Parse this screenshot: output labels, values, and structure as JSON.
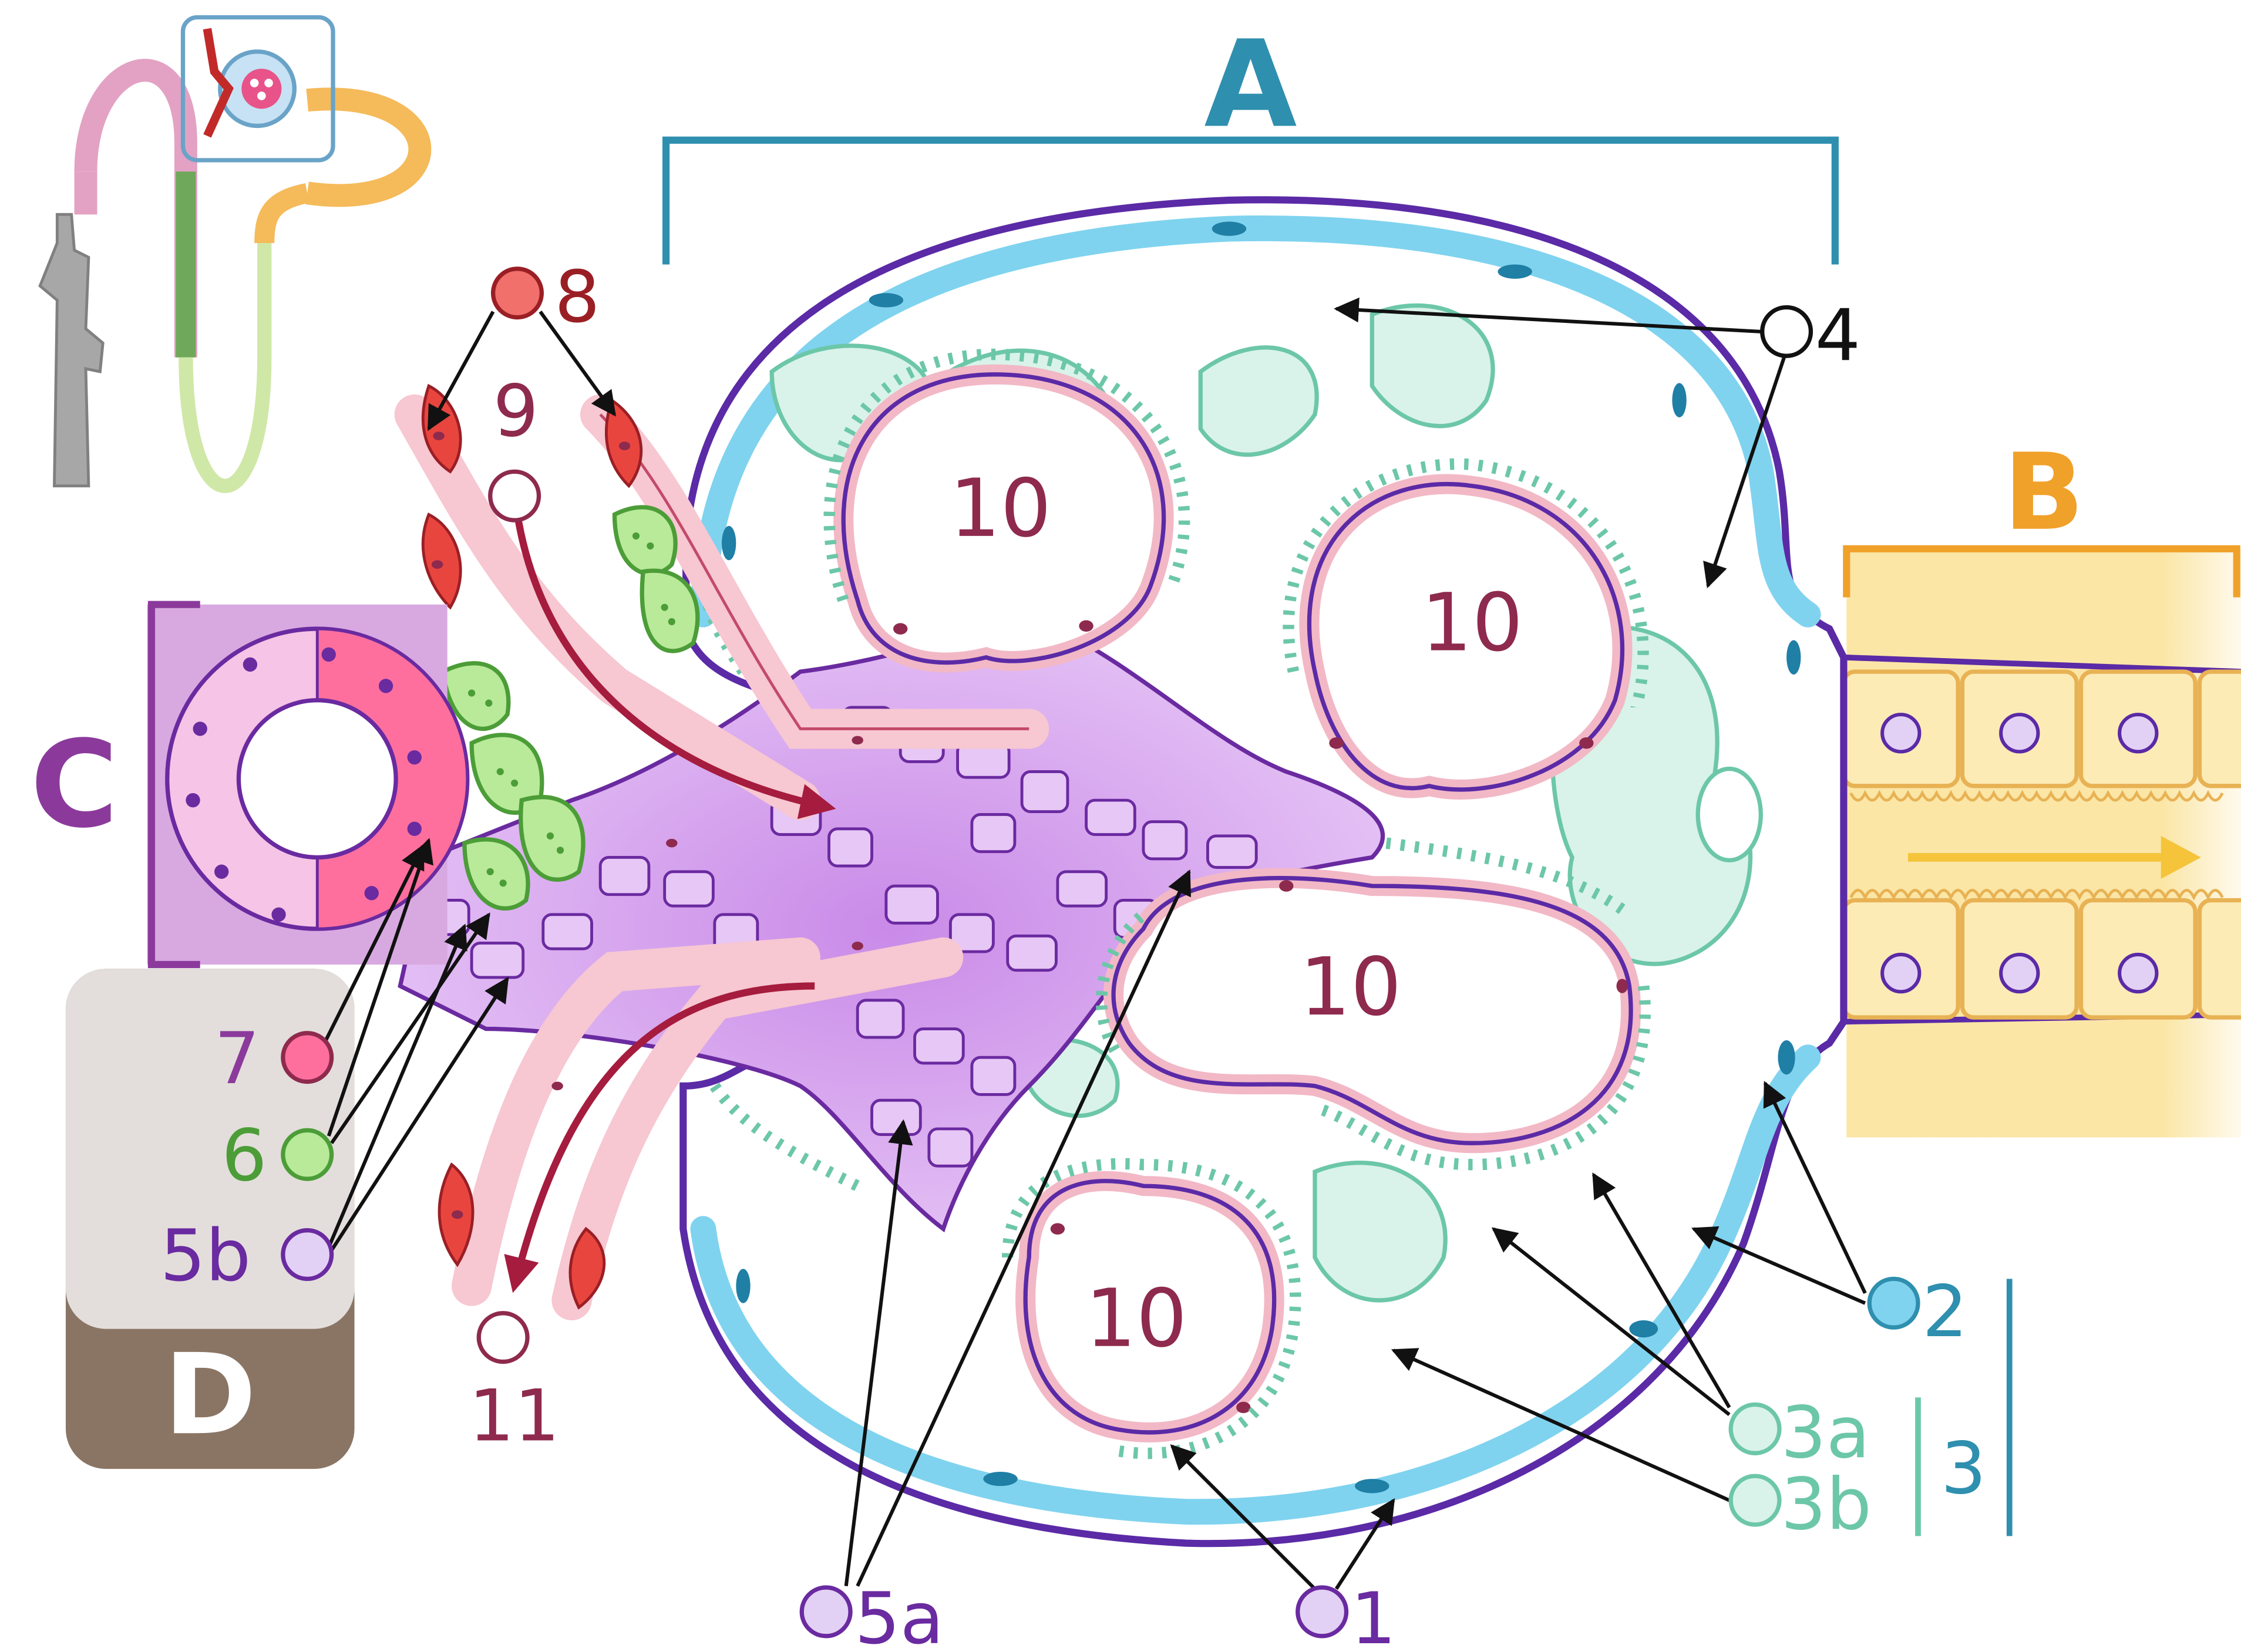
{
  "colors": {
    "background": "#ffffff",
    "capsule_outline": "#5b2aa6",
    "parietal_cells": "#7fd3ef",
    "podocytes": "#8fdcc3",
    "capillary_wall": "#f2b8c6",
    "capillary_outline": "#8e2a4d",
    "mesangium": "#d9a6f0",
    "macula_densa": "#ff6f9e",
    "juxtaglomerular": "#a6e08a",
    "arteriole_red": "#e9453f",
    "arrow_red": "#a51c3e",
    "tubule": "#fbe6a6",
    "teal_label": "#2f8fae",
    "gold_label": "#f0a12a",
    "purple_label": "#8b3a9c",
    "brown_box": "#8a7565",
    "grey_box": "#e3dedb"
  },
  "labels": {
    "A": "A",
    "B": "B",
    "C": "C",
    "D": "D",
    "n1": "1",
    "n2": "2",
    "n3": "3",
    "n3a": "3a",
    "n3b": "3b",
    "n4": "4",
    "n5a": "5a",
    "n5b": "5b",
    "n6": "6",
    "n7": "7",
    "n8": "8",
    "n9": "9",
    "n10": "10",
    "n11": "11"
  },
  "icons": {
    "nephron_thumbnail": "nephron-overview-icon",
    "flow_arrow": "filtrate-flow-arrow"
  }
}
